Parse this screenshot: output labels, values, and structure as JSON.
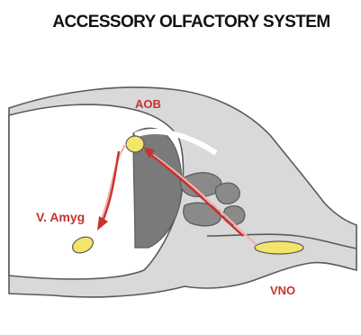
{
  "title": "ACCESSORY OLFACTORY SYSTEM",
  "labels": {
    "aob": "AOB",
    "v_amyg": "V. Amyg",
    "vno": "VNO"
  },
  "colors": {
    "label_red": "#c8322d",
    "tissue_gray": "#d9d9d9",
    "dark_gray": "#7a7a7a",
    "outline": "#5a5a5a",
    "nucleus_yellow": "#f3e46a",
    "arrow_red": "#c8322d",
    "arrow_pink": "#f2b3ad"
  }
}
